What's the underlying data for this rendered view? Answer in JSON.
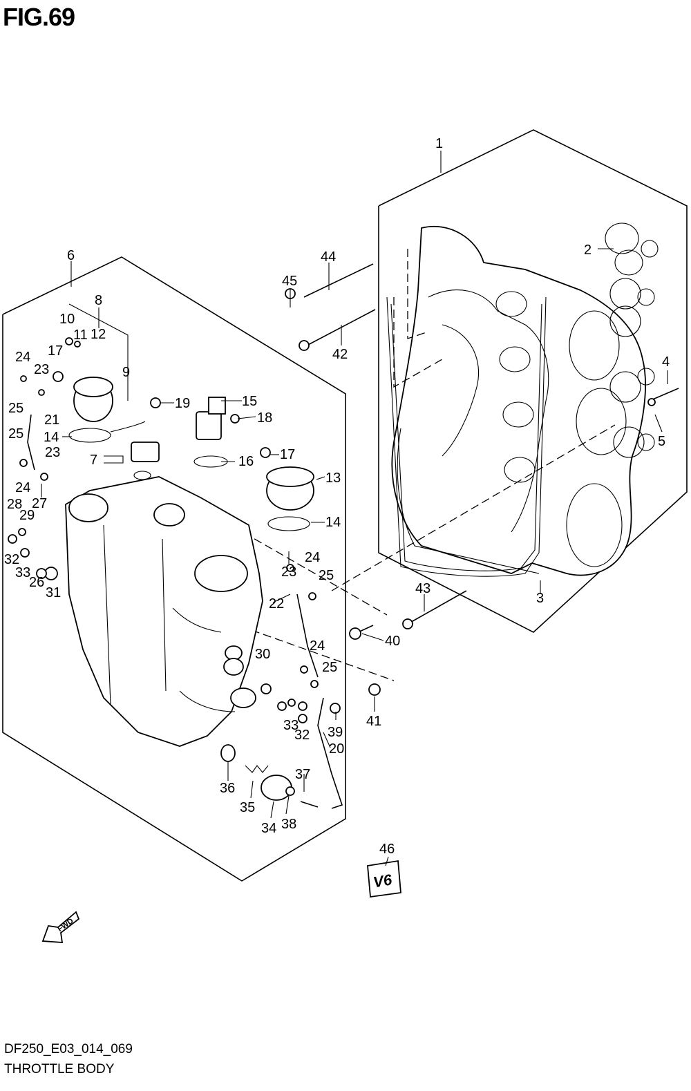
{
  "figure": {
    "title": "FIG.69",
    "code": "DF250_E03_014_069",
    "caption": "THROTTLE BODY"
  },
  "callouts": [
    "1",
    "2",
    "3",
    "4",
    "5",
    "6",
    "7",
    "8",
    "9",
    "10",
    "11",
    "12",
    "13",
    "14",
    "14",
    "15",
    "16",
    "17",
    "17",
    "18",
    "19",
    "20",
    "21",
    "22",
    "23",
    "23",
    "23",
    "24",
    "24",
    "24",
    "24",
    "25",
    "25",
    "25",
    "25",
    "26",
    "27",
    "28",
    "29",
    "30",
    "31",
    "32",
    "32",
    "33",
    "33",
    "34",
    "35",
    "36",
    "37",
    "38",
    "39",
    "40",
    "41",
    "42",
    "43",
    "44",
    "45",
    "46"
  ],
  "badges": {
    "fwd": "FWD",
    "v6": "V6"
  }
}
